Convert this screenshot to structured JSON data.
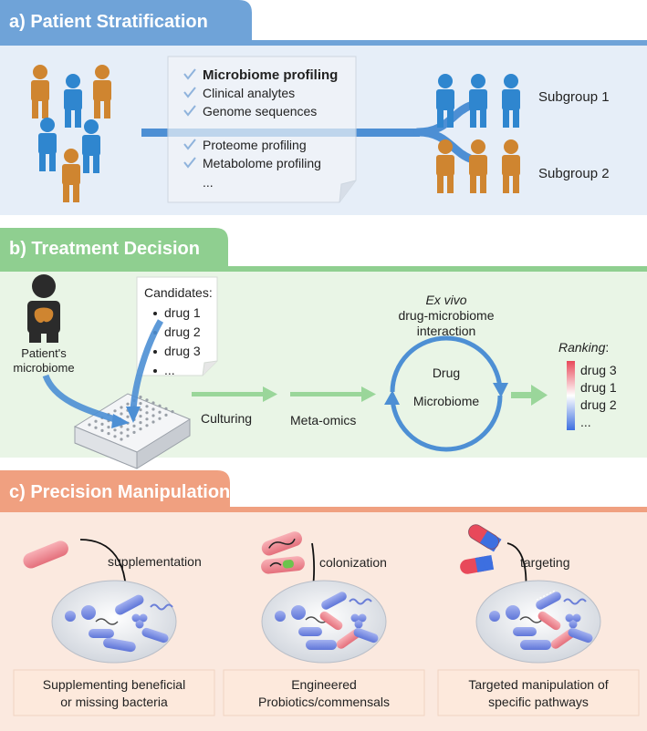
{
  "sections": {
    "a": {
      "title": "a) Patient Stratification",
      "checklist": [
        "Microbiome profiling",
        "Clinical analytes",
        "Genome sequences",
        "Proteome profiling",
        "Metabolome profiling"
      ],
      "ellipsis": "...",
      "subgroups": [
        "Subgroup 1",
        "Subgroup 2"
      ]
    },
    "b": {
      "title": "b) Treatment Decision",
      "patient_label": [
        "Patient's",
        "microbiome"
      ],
      "candidates_title": "Candidates:",
      "candidates": [
        "drug 1",
        "drug 2",
        "drug 3",
        "..."
      ],
      "step1": "Culturing",
      "step2": "Meta-omics",
      "exvivo_italic": "Ex vivo",
      "exvivo_lines": [
        "drug-microbiome",
        "interaction"
      ],
      "cycle_top": "Drug",
      "cycle_bottom": "Microbiome",
      "ranking_title": "Ranking",
      "ranking_colon": ":",
      "ranking": [
        "drug 3",
        "drug 1",
        "drug 2",
        "..."
      ]
    },
    "c": {
      "title": "c) Precision Manipulation",
      "panels": [
        {
          "action": "supplementation",
          "caption": [
            "Supplementing beneficial",
            "or missing bacteria"
          ]
        },
        {
          "action": "colonization",
          "caption": [
            "Engineered",
            "Probiotics/commensals"
          ]
        },
        {
          "action": "targeting",
          "caption": [
            "Targeted manipulation of",
            "specific pathways"
          ]
        }
      ]
    }
  },
  "colors": {
    "a_header": "#6fa3d8",
    "a_band": "#e6eef8",
    "b_header": "#8fcf90",
    "b_band": "#e9f5e6",
    "c_header": "#f0a080",
    "c_band": "#fbe9df",
    "person_blue": "#2f86cf",
    "person_orange": "#cf8530",
    "bacteria_blue": "#7c8fe0",
    "bacteria_pink": "#ec8a92",
    "arrow_blue": "#4d8fd4",
    "arrow_green": "#9ad69a"
  }
}
